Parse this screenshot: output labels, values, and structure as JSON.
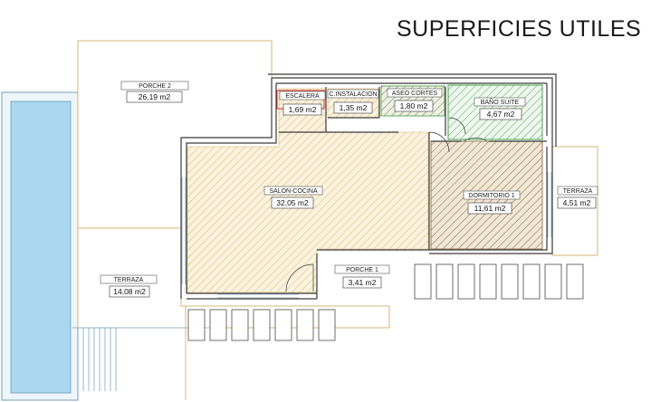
{
  "title": "SUPERFICIES UTILES",
  "colors": {
    "wall": "#3a3a3a",
    "outline": "#d7b774",
    "hatch_tan": "#d9b46a",
    "hatch_brown": "#8a6a3a",
    "hatch_green": "#3c9a3c",
    "pool_blue": "#a9d7f0"
  },
  "rooms": [
    {
      "key": "porche2",
      "name": "PORCHE 2",
      "area": "26,19 m2"
    },
    {
      "key": "escalera",
      "name": "ESCALERA",
      "area": "1,69 m2"
    },
    {
      "key": "c_instalacion",
      "name": "C.INSTALACION",
      "area": "1,35 m2"
    },
    {
      "key": "aseo_cortes",
      "name": "ASEO CORTES",
      "area": "1,80 m2"
    },
    {
      "key": "bano_suite",
      "name": "BAÑO SUITE",
      "area": "4,67 m2"
    },
    {
      "key": "salon_cocina",
      "name": "SALON-COCINA",
      "area": "32,05 m2"
    },
    {
      "key": "dormitorio1",
      "name": "DORMITORIO 1",
      "area": "11,61 m2"
    },
    {
      "key": "terraza_right",
      "name": "TERRAZA",
      "area": "4,51 m2"
    },
    {
      "key": "porche1",
      "name": "PORCHE 1",
      "area": "3,41 m2"
    },
    {
      "key": "terraza_left",
      "name": "TERRAZA",
      "area": "14,08 m2"
    }
  ]
}
